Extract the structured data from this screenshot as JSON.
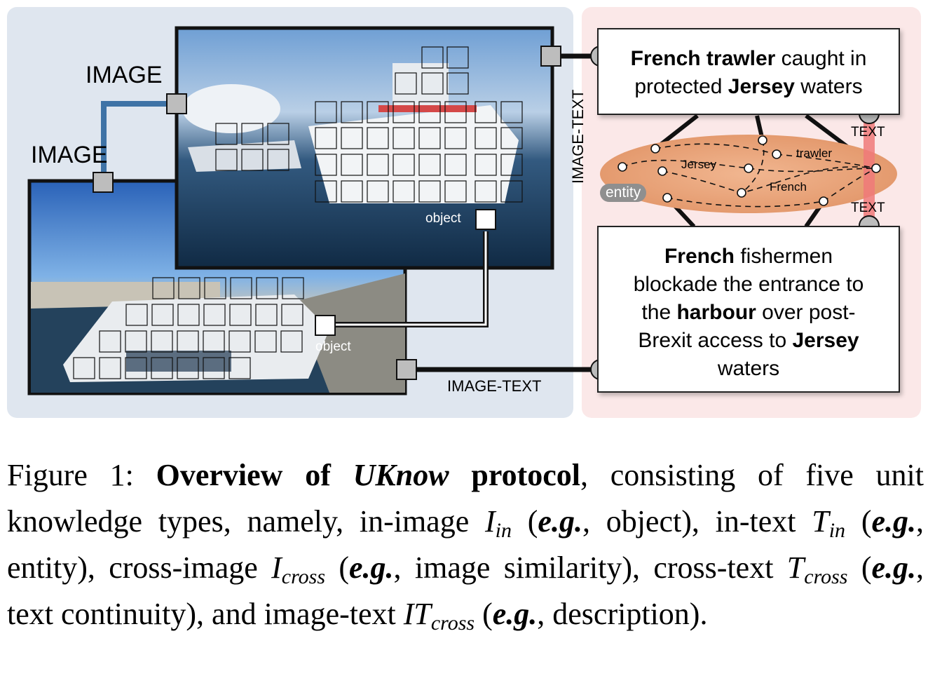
{
  "figure": {
    "labels": {
      "image_top": "IMAGE",
      "image_bottom": "IMAGE",
      "image_text_vertical": "IMAGE-TEXT",
      "image_text_bottom": "IMAGE-TEXT",
      "object_top": "object",
      "object_bottom": "object",
      "text_top": "TEXT",
      "text_bottom": "TEXT",
      "entity": "entity",
      "node_jersey": "Jersey",
      "node_trawler": "trawler",
      "node_french": "French"
    },
    "text_box_top": {
      "line1_bold": "French trawler",
      "line1_rest": " caught in",
      "line2_pre": "protected ",
      "line2_bold": "Jersey",
      "line2_rest": " waters"
    },
    "text_box_bottom": {
      "line1_bold": "French",
      "line1_rest": " fishermen",
      "line2": "blockade the entrance to",
      "line3_pre": "the ",
      "line3_bold": "harbour",
      "line3_rest": " over post-",
      "line4_pre": "Brexit access to ",
      "line4_bold": "Jersey",
      "line5": "waters"
    },
    "colors": {
      "image_panel": "#dfe6ef",
      "text_panel": "#fbe8e8",
      "entity_ellipse": "#e8a47a",
      "cross_image_link": "#3f73a6",
      "cross_text_link": "#f07a7a"
    }
  },
  "caption": {
    "prefix": "Figure 1: ",
    "bold1": "Overview of ",
    "bold_italic": "UKnow",
    "bold2": " protocol",
    "t1": ", consisting of five unit knowledge types, namely, in-image ",
    "m1": "I",
    "s1": "in",
    "t2": " (",
    "eg1": "e.g.",
    "t3": ", object), in-text ",
    "m2": "T",
    "s2": "in",
    "t4": " (",
    "eg2": "e.g.",
    "t5": ", entity), cross-image ",
    "m3": "I",
    "s3": "cross",
    "t6": " (",
    "eg3": "e.g.",
    "t7": ", image similarity), cross-text ",
    "m4": "T",
    "s4": "cross",
    "t8": " (",
    "eg4": "e.g.",
    "t9": ", text continuity), and image-text ",
    "m5": "IT",
    "s5": "cross",
    "t10": " (",
    "eg5": "e.g.",
    "t11": ", description)."
  }
}
